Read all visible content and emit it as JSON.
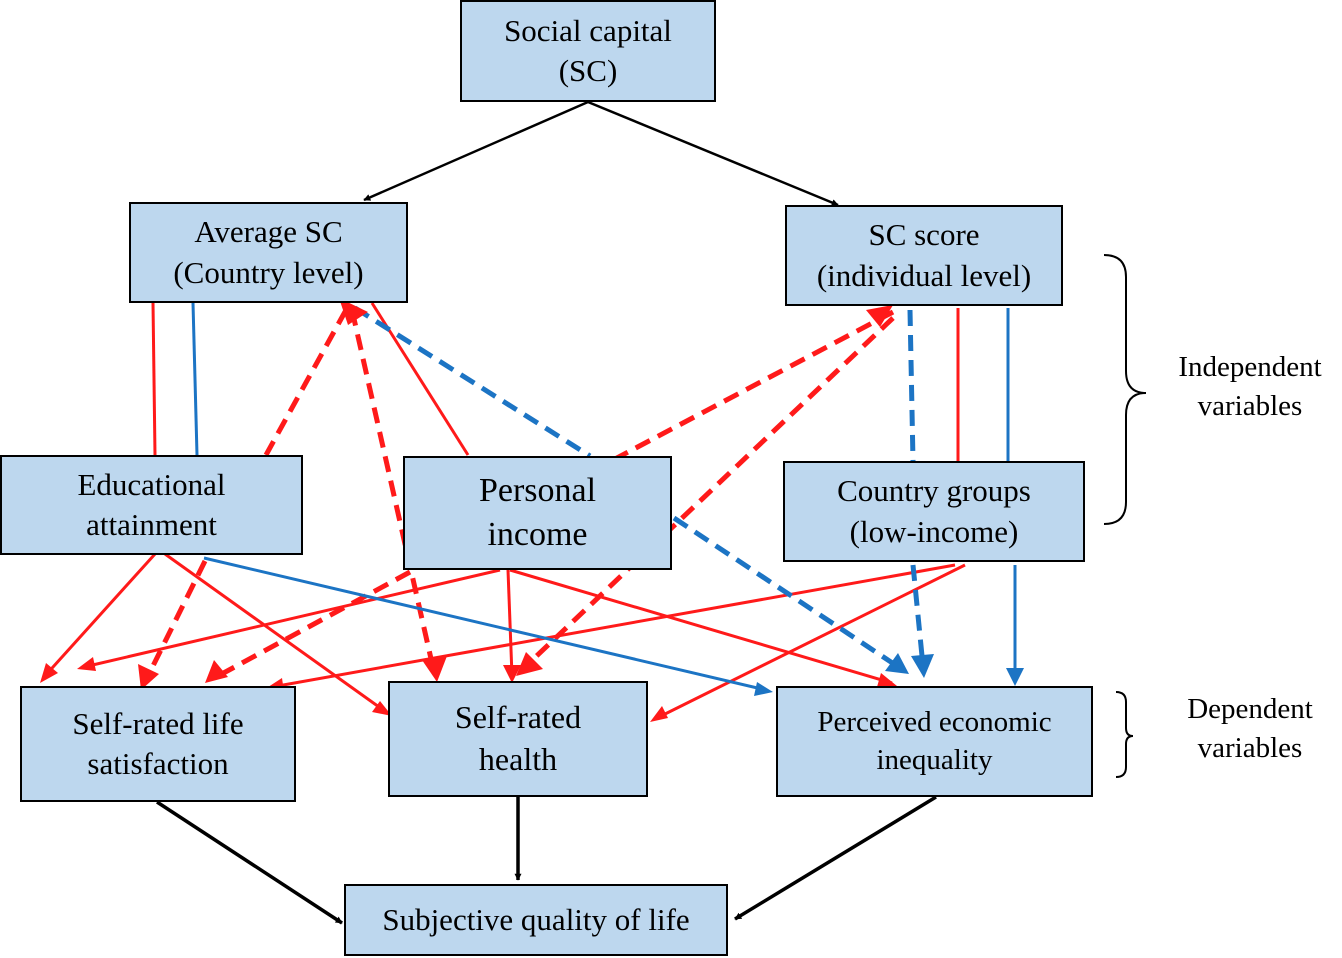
{
  "colors": {
    "box_fill": "#bdd7ee",
    "red": "#ff1a1a",
    "blue": "#1c74c4",
    "black": "#000000"
  },
  "nodes": {
    "social_capital": {
      "line1": "Social capital",
      "line2": "(SC)"
    },
    "average_sc": {
      "line1": "Average SC",
      "line2": "(Country level)"
    },
    "sc_score": {
      "line1": "SC score",
      "line2": "(individual level)"
    },
    "educational_attainment": {
      "line1": "Educational",
      "line2": "attainment"
    },
    "personal_income": {
      "line1": "Personal",
      "line2": "income"
    },
    "country_groups": {
      "line1": "Country groups",
      "line2": "(low-income)"
    },
    "life_satisfaction": {
      "line1": "Self-rated life",
      "line2": "satisfaction"
    },
    "self_rated_health": {
      "line1": "Self-rated",
      "line2": "health"
    },
    "economic_inequality": {
      "line1": "Perceived economic",
      "line2": "inequality"
    },
    "quality_of_life": {
      "line1": "Subjective quality of life"
    }
  },
  "groups": {
    "independent": {
      "line1": "Independent",
      "line2": "variables"
    },
    "dependent": {
      "line1": "Dependent",
      "line2": "variables"
    }
  }
}
